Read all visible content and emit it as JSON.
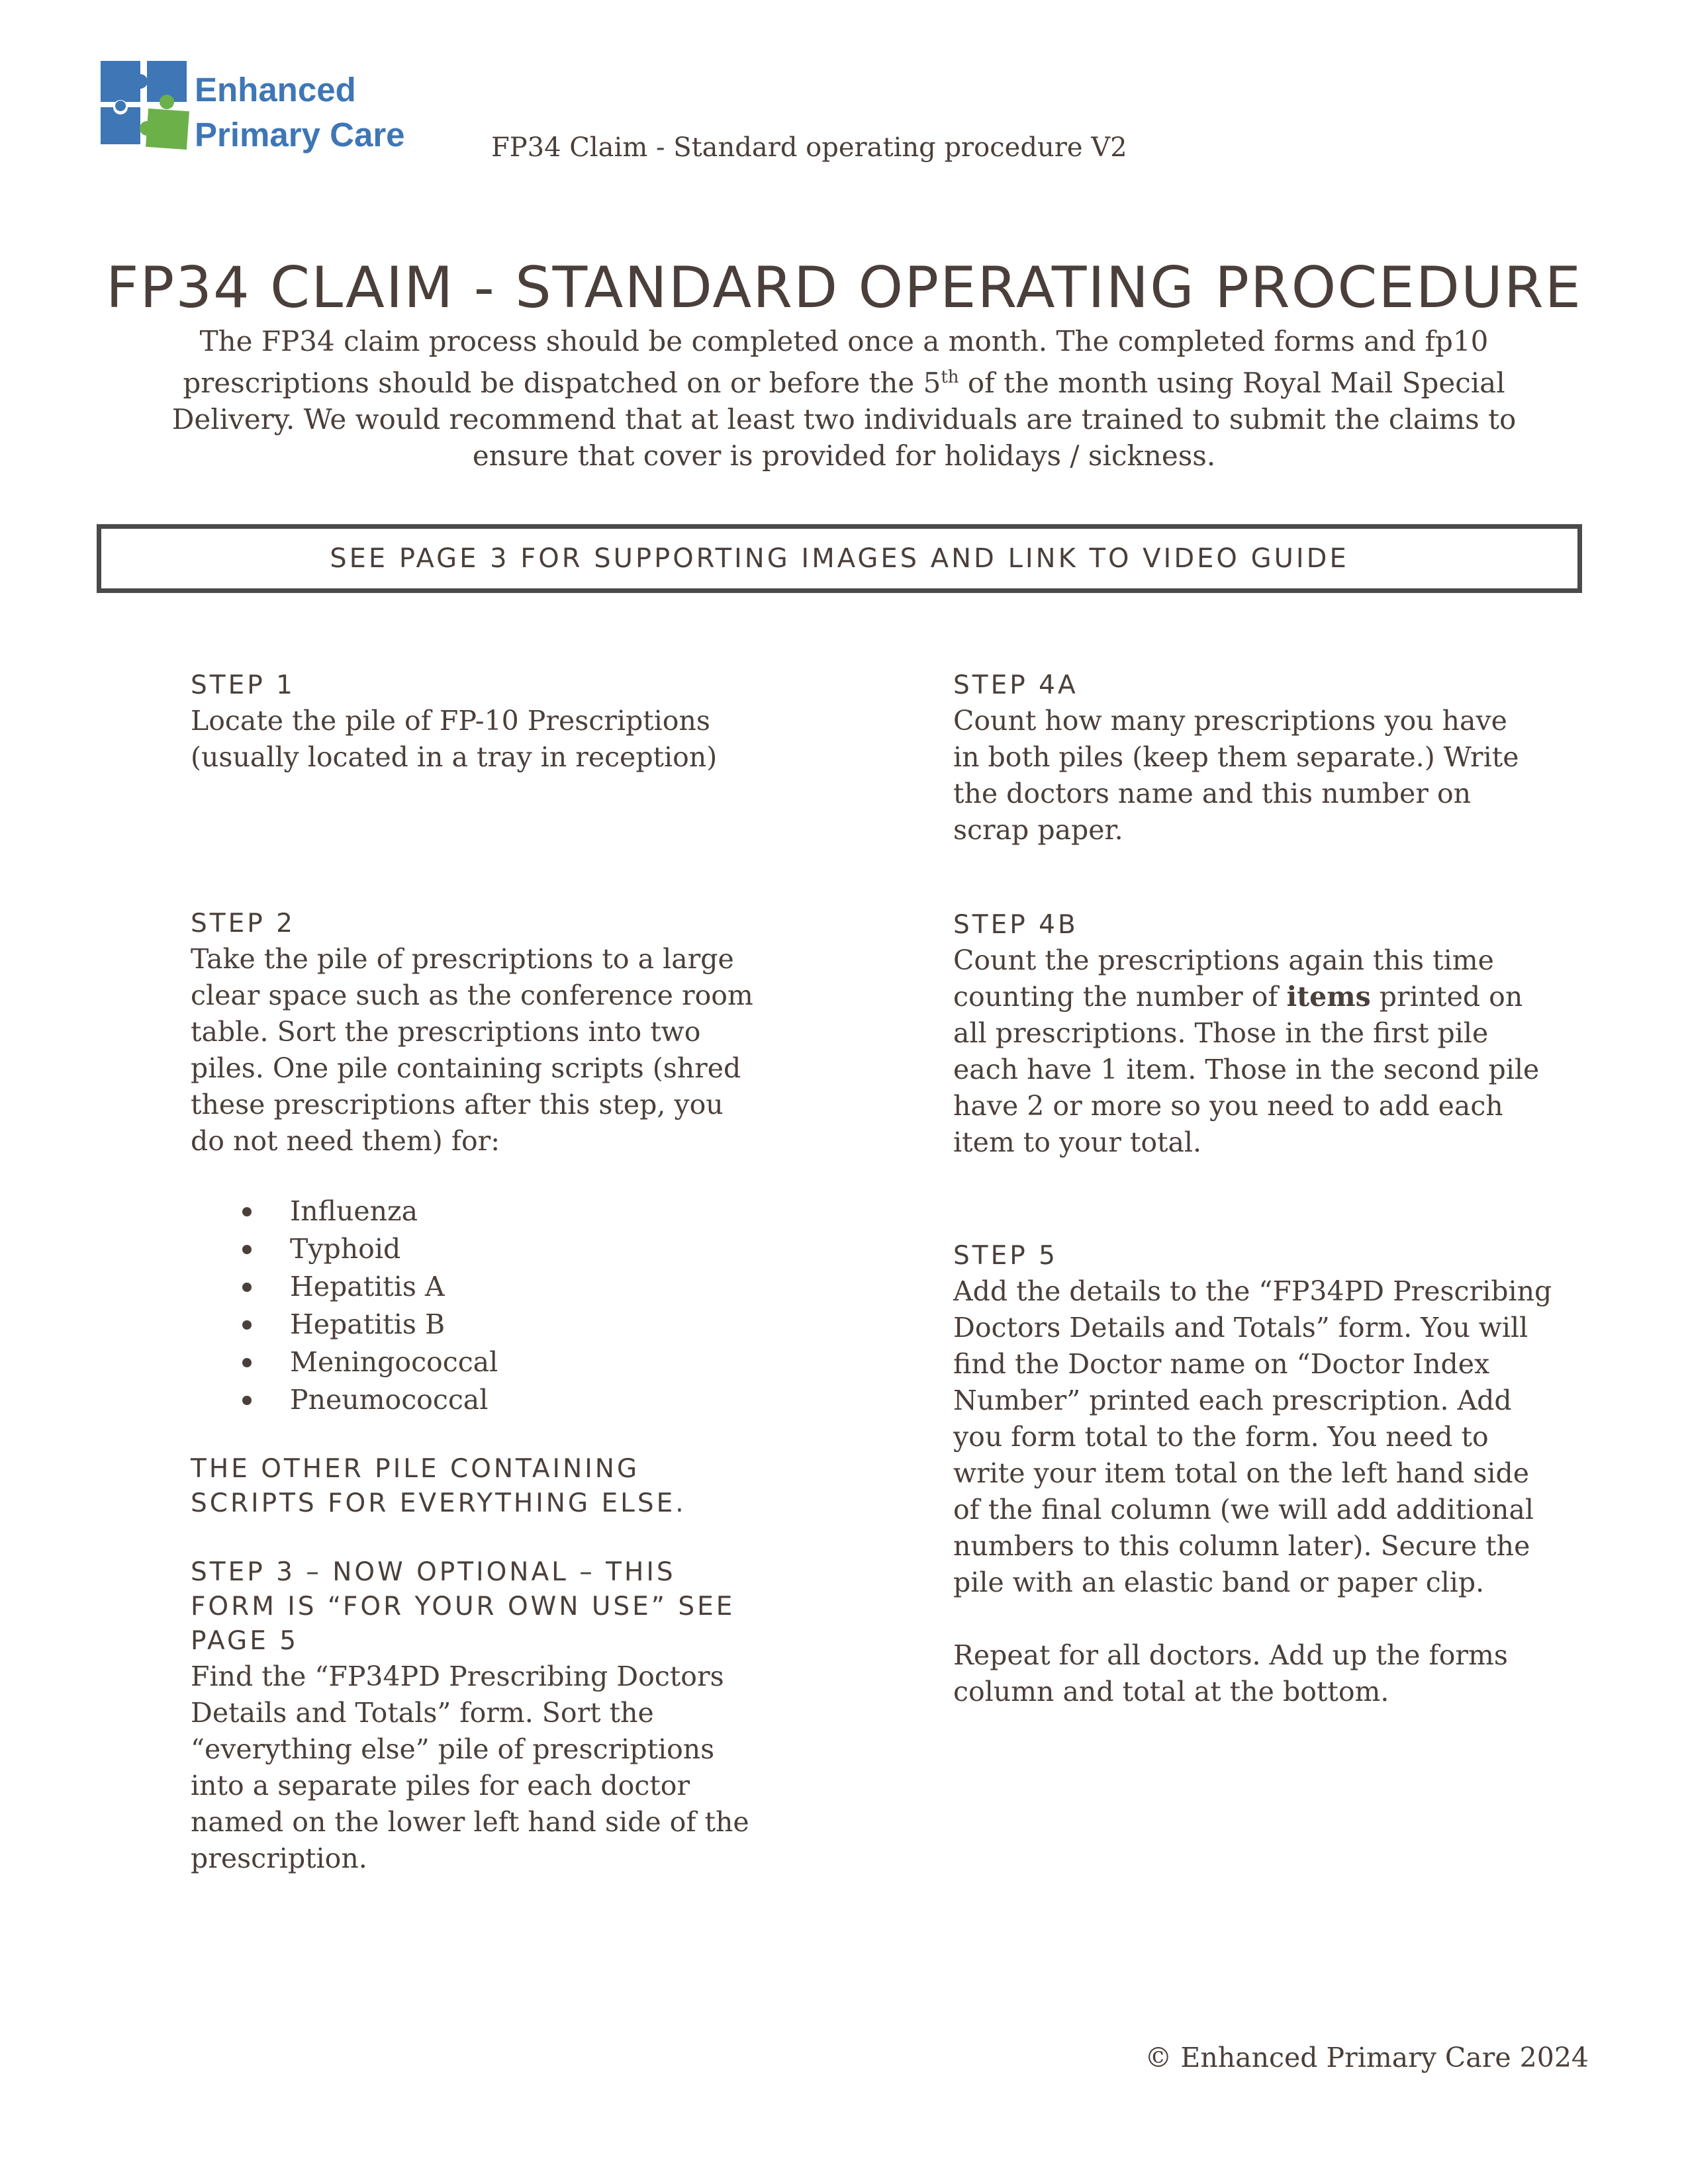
{
  "header": {
    "logo_line1": "Enhanced",
    "logo_line2": "Primary Care",
    "doc_title": "FP34 Claim - Standard operating procedure V2"
  },
  "title": "FP34 CLAIM - STANDARD OPERATING PROCEDURE",
  "intro": {
    "line1": "The FP34 claim process should be completed once a month. The completed forms and fp10",
    "line2_before": "prescriptions should be dispatched on or before the 5",
    "line2_sup": "th",
    "line2_after": " of the month using Royal Mail Special",
    "line3": "Delivery. We would recommend that at least two individuals are trained to submit the claims to",
    "line4": "ensure that cover is provided for holidays / sickness."
  },
  "banner": "SEE PAGE 3 FOR SUPPORTING IMAGES AND LINK TO VIDEO GUIDE",
  "left_column": {
    "step1": {
      "heading": "STEP 1",
      "lines": [
        "Locate the pile of FP-10 Prescriptions",
        "(usually located in a tray in reception)"
      ]
    },
    "step2": {
      "heading": "STEP 2",
      "lines": [
        "Take the pile of prescriptions to a large",
        "clear space such as the conference room",
        "table. Sort the prescriptions into two",
        "piles. One pile containing scripts (shred",
        "these prescriptions after this step, you",
        "do not need them) for:"
      ],
      "bullets": [
        "Influenza",
        "Typhoid",
        "Hepatitis A",
        "Hepatitis B",
        "Meningococcal",
        "Pneumococcal"
      ]
    },
    "other_pile": {
      "lines": [
        "THE OTHER PILE CONTAINING",
        "SCRIPTS FOR EVERYTHING ELSE."
      ]
    },
    "step3": {
      "heading_lines": [
        "STEP 3 – NOW OPTIONAL – THIS",
        "FORM IS “FOR YOUR OWN USE” SEE",
        "PAGE 5"
      ],
      "lines": [
        "Find the “FP34PD Prescribing Doctors",
        "Details and Totals” form. Sort the",
        "“everything else” pile of prescriptions",
        "into a separate piles for each doctor",
        "named on the lower left hand side of the",
        "prescription."
      ]
    }
  },
  "right_column": {
    "step4a": {
      "heading": "STEP 4A",
      "lines": [
        "Count how many prescriptions you have",
        "in both piles (keep them separate.) Write",
        "the doctors name and this number on",
        "scrap paper."
      ]
    },
    "step4b": {
      "heading": "STEP 4B",
      "line1": "Count the prescriptions again this time",
      "line2_before": "counting the number of ",
      "line2_bold": "items",
      "line2_after": " printed on",
      "lines_rest": [
        "all prescriptions. Those in the first pile",
        "each have 1 item. Those in the second pile",
        "have 2 or more so you need to add each",
        "item to your total."
      ]
    },
    "step5": {
      "heading": "STEP 5",
      "lines": [
        "Add the details to the “FP34PD Prescribing",
        "Doctors Details and Totals” form. You will",
        "find the Doctor name on “Doctor Index",
        "Number” printed each prescription. Add",
        "you form total to the form. You need to",
        "write your item total on the left hand side",
        "of the final column (we will add additional",
        "numbers to this column later). Secure the",
        "pile with an elastic band or paper clip."
      ],
      "repeat_lines": [
        "Repeat for all doctors. Add up the forms",
        "column and total at the bottom."
      ]
    }
  },
  "footer": "© Enhanced Primary Care 2024",
  "colors": {
    "text": "#4a3f3a",
    "logo_blue": "#3f76b5",
    "logo_green": "#6cb04a",
    "banner_border": "#4a4a4a"
  },
  "icons": [
    "puzzle-logo-icon",
    "bullet-dot-icon"
  ]
}
